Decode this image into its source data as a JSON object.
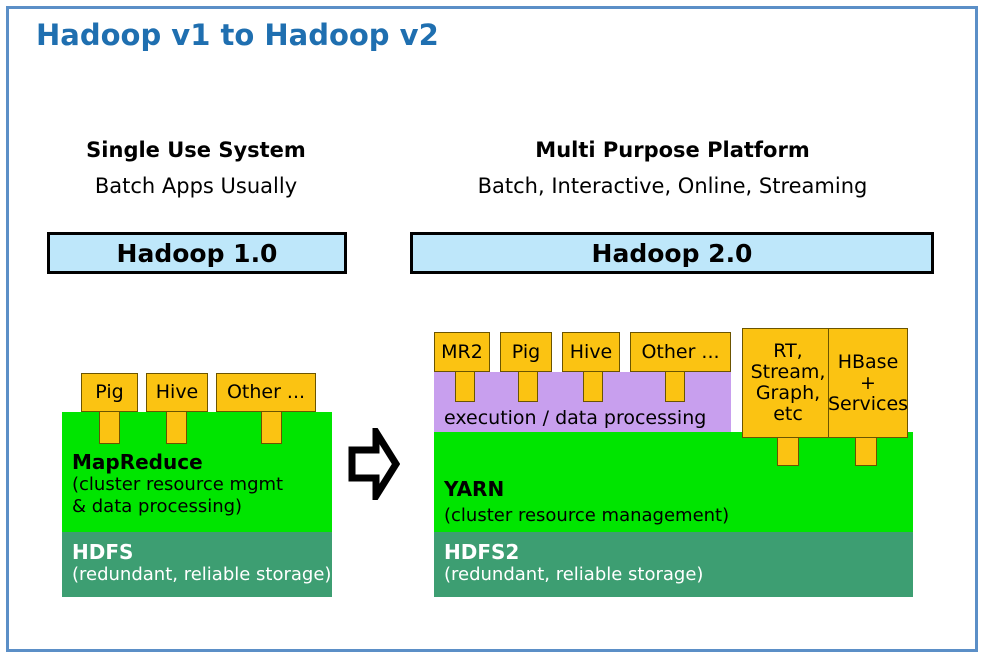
{
  "page": {
    "title": "Hadoop v1 to Hadoop v2",
    "title_color": "#1F6FB0",
    "frame_color": "#5B8FC7",
    "background": "#FFFFFF"
  },
  "palette": {
    "yellow": "#FBC312",
    "green": "#00E500",
    "teal": "#3D9E72",
    "purple": "#C89FEE",
    "banner_blue": "#BEE7FA",
    "outline": "#000000"
  },
  "left_column": {
    "heading": "Single Use System",
    "subheading": "Batch Apps Usually",
    "banner": "Hadoop 1.0",
    "apps": [
      {
        "label": "Pig"
      },
      {
        "label": "Hive"
      },
      {
        "label": "Other ..."
      }
    ],
    "layers": [
      {
        "name": "mapreduce",
        "title": "MapReduce",
        "desc": "(cluster resource mgmt\n& data processing)",
        "color": "#00E500",
        "text_color": "#000000"
      },
      {
        "name": "hdfs",
        "title": "HDFS",
        "desc": "(redundant, reliable storage)",
        "color": "#3D9E72",
        "text_color": "#FFFFFF"
      }
    ]
  },
  "right_column": {
    "heading": "Multi Purpose Platform",
    "subheading": "Batch, Interactive, Online, Streaming",
    "banner": "Hadoop 2.0",
    "apps": [
      {
        "label": "MR2"
      },
      {
        "label": "Pig"
      },
      {
        "label": "Hive"
      },
      {
        "label": "Other ..."
      },
      {
        "label": "RT,\nStream,\nGraph,\netc"
      },
      {
        "label": "HBase\n+\nServices"
      }
    ],
    "layers": [
      {
        "name": "execution",
        "title": "",
        "desc": "execution / data processing",
        "color": "#C89FEE",
        "text_color": "#000000"
      },
      {
        "name": "yarn",
        "title": "YARN",
        "desc": "(cluster resource management)",
        "color": "#00E500",
        "text_color": "#000000"
      },
      {
        "name": "hdfs2",
        "title": "HDFS2",
        "desc": "(redundant, reliable storage)",
        "color": "#3D9E72",
        "text_color": "#FFFFFF"
      }
    ]
  },
  "arrow": {
    "name": "right-block-arrow",
    "direction": "right"
  }
}
